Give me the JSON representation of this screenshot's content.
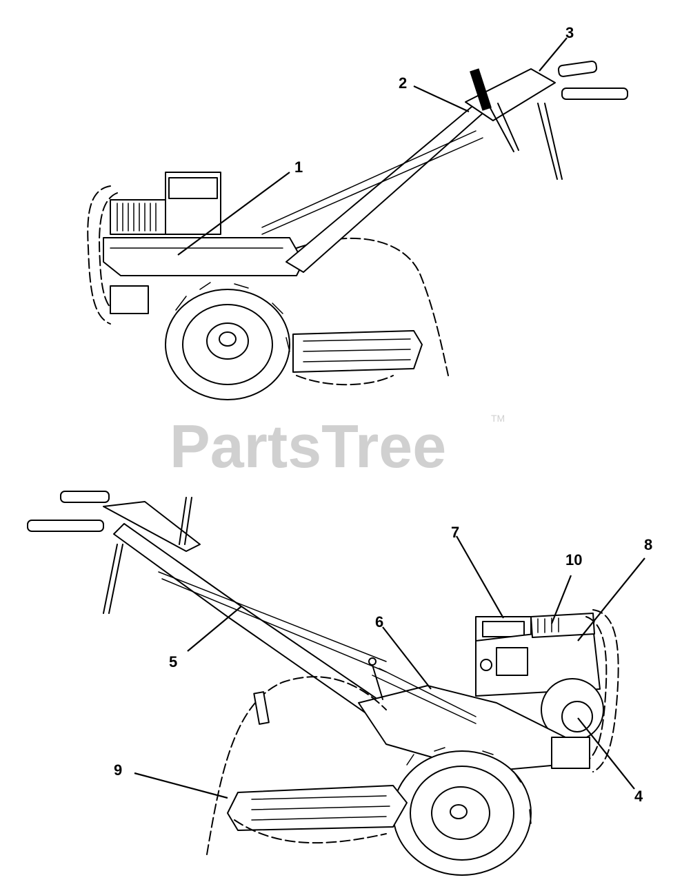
{
  "watermark": {
    "text": "PartsTree",
    "trademark": "TM"
  },
  "callouts": {
    "c1": "1",
    "c2": "2",
    "c3": "3",
    "c4": "4",
    "c5": "5",
    "c6": "6",
    "c7": "7",
    "c8": "8",
    "c9": "9",
    "c10": "10"
  }
}
